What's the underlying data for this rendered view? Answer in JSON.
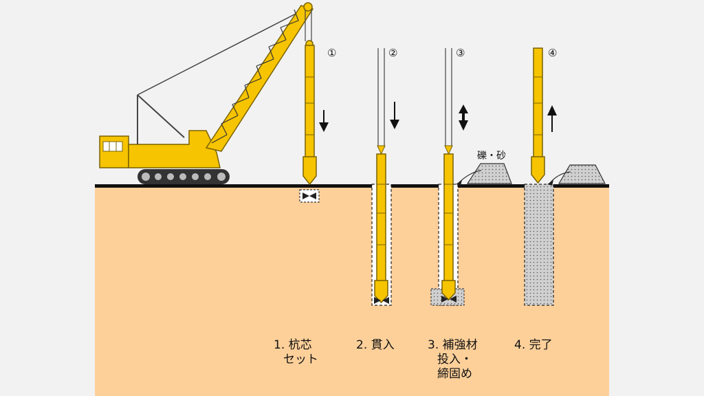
{
  "steps": [
    {
      "marker": "①",
      "lines": [
        "1. 杭芯",
        "セット"
      ]
    },
    {
      "marker": "②",
      "lines": [
        "2. 貫入"
      ]
    },
    {
      "marker": "③",
      "lines": [
        "3. 補強材",
        "投入・",
        "締固め"
      ]
    },
    {
      "marker": "④",
      "lines": [
        "4. 完了"
      ]
    }
  ],
  "material_label": "礫・砂",
  "colors": {
    "ground": "#fdd09a",
    "pile": "#f6c400",
    "pile_outline": "#7a6200",
    "background": "#f2f2f2",
    "gravel": "#c8c8c8"
  }
}
